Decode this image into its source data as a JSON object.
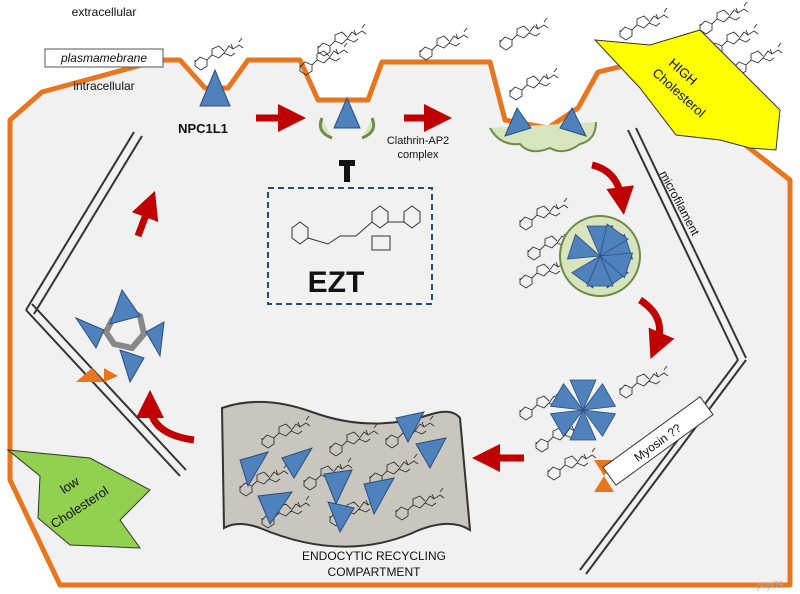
{
  "labels": {
    "extracellular": "extracellular",
    "plasma_membrane": "plasmamebrane",
    "intracellular": "intracellular",
    "npc1l1": "NPC1L1",
    "clathrin_line1": "Clathrin-AP2",
    "clathrin_line2": "complex",
    "drug": "EZT",
    "microfilament": "microfilament",
    "myosin": "Myosin ??",
    "erc_line1": "ENDOCYTIC RECYCLING",
    "erc_line2": "COMPARTMENT",
    "high_line1": "HIGH",
    "high_line2": "Cholesterol",
    "low_line1": "low",
    "low_line2": "Cholesterol",
    "credit": "pap09"
  },
  "colors": {
    "membrane": "#e8761e",
    "cytoplasm": "#f1f1f1",
    "npc1l1": "#4f81bd",
    "clathrin": "#d7e4bd",
    "arrow": "#c00000",
    "high_cholesterol": "#ffff00",
    "low_cholesterol": "#92d050",
    "myosin": "#e8761e",
    "drug_box_border": "#1f4e79"
  },
  "icons": [
    "cholesterol-molecule-icon",
    "npc1l1-triangle-icon",
    "clathrin-coat-icon",
    "ezetimibe-structure-icon"
  ]
}
